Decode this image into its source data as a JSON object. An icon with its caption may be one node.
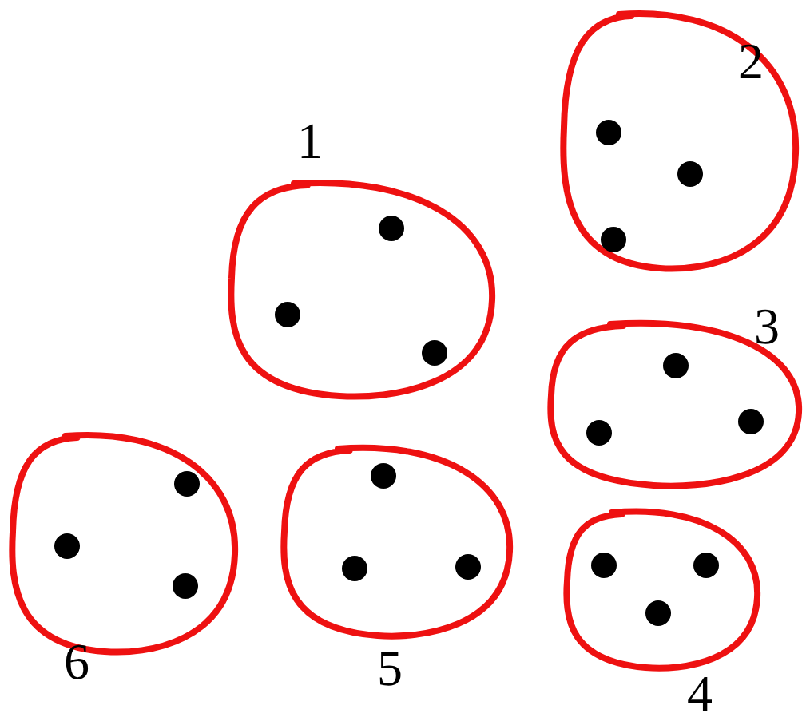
{
  "diagram": {
    "nodes": [
      {
        "text": [
          "2"
        ]
      },
      {
        "text": [
          "1"
        ]
      },
      {
        "text": [
          "3"
        ]
      },
      {
        "text": [
          "6"
        ]
      },
      {
        "text": [
          "5"
        ]
      },
      {
        "text": [
          "4"
        ]
      }
    ]
  }
}
